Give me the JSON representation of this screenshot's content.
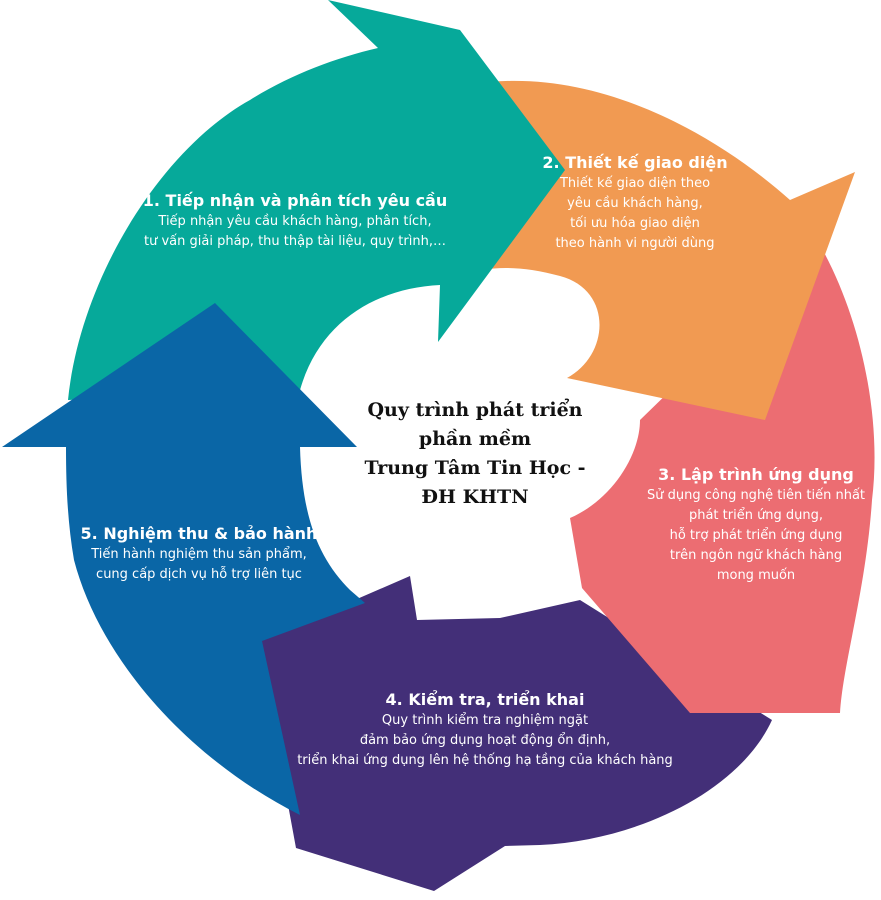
{
  "center_title": [
    "Quy trình phát triển",
    "phần mềm",
    "Trung Tâm Tin Học -",
    "ĐH KHTN"
  ],
  "steps": [
    {
      "title": "1. Tiếp nhận và phân tích yêu cầu",
      "desc": [
        "Tiếp nhận yêu cầu khách hàng, phân tích,",
        "tư vấn giải pháp, thu thập tài liệu, quy trình,…"
      ],
      "color": "#06A99A"
    },
    {
      "title": "2. Thiết kế giao diện",
      "desc": [
        "Thiết kế giao diện theo",
        "yêu cầu khách hàng,",
        "tối ưu hóa giao diện",
        "theo hành vi người dùng"
      ],
      "color": "#F19A52"
    },
    {
      "title": "3. Lập trình ứng dụng",
      "desc": [
        "Sử dụng công nghệ tiên tiến nhất",
        "phát triển ứng dụng,",
        "hỗ trợ phát triển ứng dụng",
        "trên ngôn ngữ khách hàng",
        "mong muốn"
      ],
      "color": "#EC6D72"
    },
    {
      "title": "4. Kiểm tra, triển khai",
      "desc": [
        "Quy trình kiểm tra nghiệm ngặt",
        "đảm bảo ứng dụng hoạt động ổn định,",
        "triển khai ứng dụng lên hệ thống hạ tầng của khách hàng"
      ],
      "color": "#432F78"
    },
    {
      "title": "5. Nghiệm thu & bảo hành",
      "desc": [
        "Tiến hành nghiệm thu sản phẩm,",
        "cung cấp dịch vụ hỗ trợ liên tục"
      ],
      "color": "#0A66A6"
    }
  ]
}
